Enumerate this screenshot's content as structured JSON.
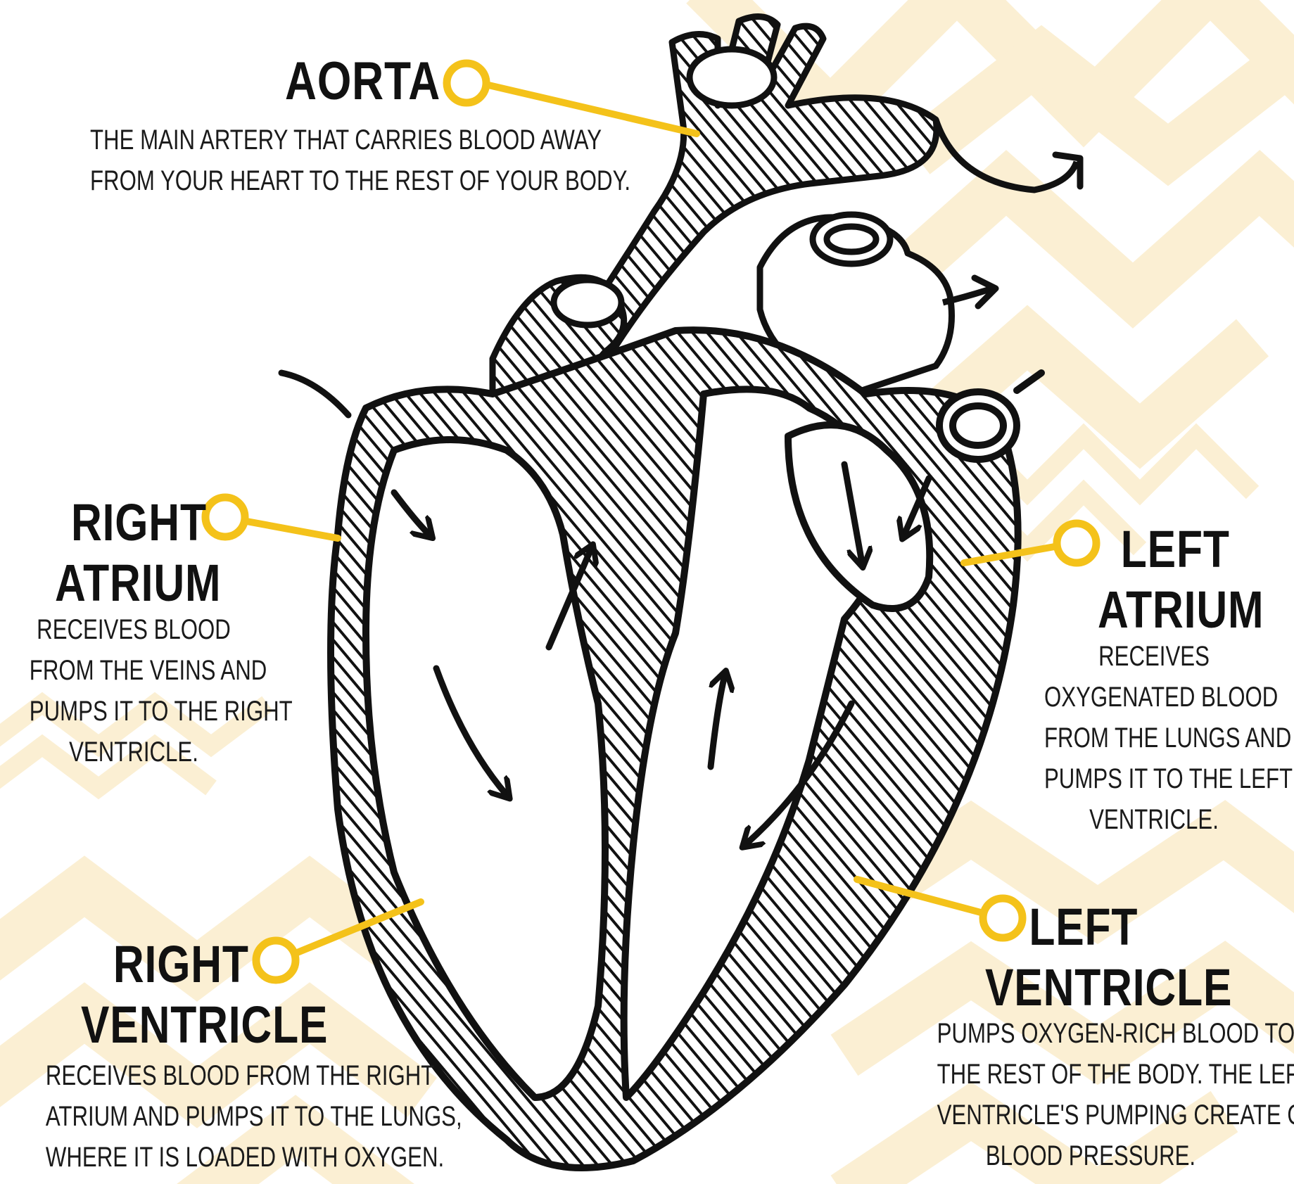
{
  "colors": {
    "accent": "#F4C21A",
    "ink": "#111111",
    "pattern": "#FBEFD3"
  },
  "labels": {
    "aorta": {
      "title": "AORTA",
      "desc": [
        "THE MAIN ARTERY THAT CARRIES BLOOD AWAY",
        "FROM YOUR HEART TO THE REST OF YOUR BODY."
      ]
    },
    "right_atrium": {
      "title": [
        "RIGHT",
        "ATRIUM"
      ],
      "desc": [
        "RECEIVES BLOOD",
        "FROM THE VEINS AND",
        "PUMPS IT TO THE RIGHT",
        "VENTRICLE."
      ]
    },
    "left_atrium": {
      "title": [
        "LEFT",
        "ATRIUM"
      ],
      "desc": [
        "RECEIVES",
        "OXYGENATED BLOOD",
        "FROM THE LUNGS AND",
        "PUMPS IT TO THE LEFT",
        "VENTRICLE."
      ]
    },
    "right_ventricle": {
      "title": [
        "RIGHT",
        "VENTRICLE"
      ],
      "desc": [
        "RECEIVES BLOOD FROM THE RIGHT",
        "ATRIUM AND PUMPS IT TO THE LUNGS,",
        "WHERE IT IS LOADED WITH OXYGEN."
      ]
    },
    "left_ventricle": {
      "title": [
        "LEFT",
        "VENTRICLE"
      ],
      "desc": [
        "PUMPS OXYGEN-RICH BLOOD TO",
        "THE REST OF THE BODY. THE LEFT",
        "VENTRICLE'S PUMPING CREATE OUR",
        "BLOOD PRESSURE."
      ]
    }
  }
}
